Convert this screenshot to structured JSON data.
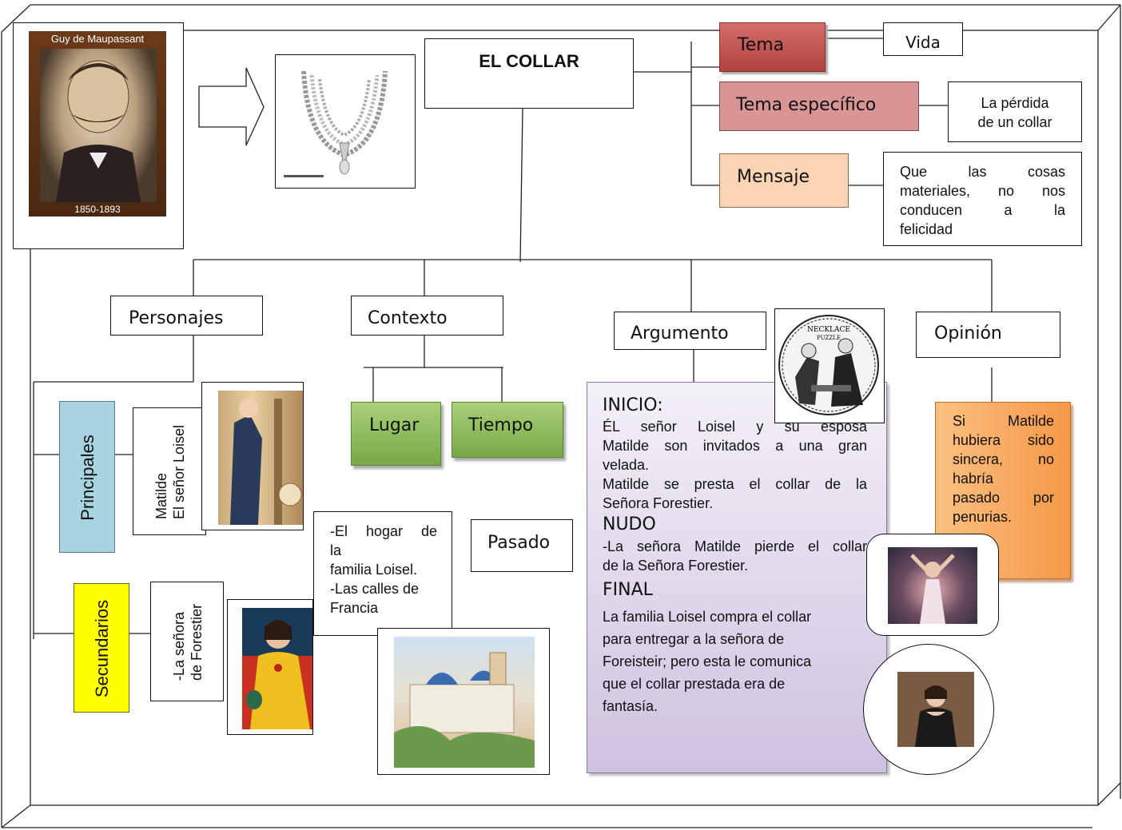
{
  "title": "EL COLLAR",
  "author_card": {
    "name": "Guy de Maupassant",
    "years": "1850-1893"
  },
  "branches": {
    "tema": {
      "label": "Tema",
      "value": "Vida"
    },
    "tema_especifico": {
      "label": "Tema específico",
      "value_line1": "La pérdida",
      "value_line2": "de un collar"
    },
    "mensaje": {
      "label": "Mensaje",
      "value_l1": "Que las cosas",
      "value_l2": "materiales, no nos",
      "value_l3": "conducen a la",
      "value_l4": "felicidad"
    }
  },
  "personajes": {
    "label": "Personajes",
    "principales": {
      "label": "Principales",
      "names_l1": "Matilde",
      "names_l2": "El señor Loisel"
    },
    "secundarios": {
      "label": "Secundarios",
      "names_l1": "-La señora",
      "names_l2": "de Forestier"
    }
  },
  "contexto": {
    "label": "Contexto",
    "lugar": {
      "label": "Lugar",
      "l1": "-El hogar de",
      "l2": "la",
      "l3": "familia Loisel.",
      "l4": "-Las calles de",
      "l5": "Francia"
    },
    "tiempo": {
      "label": "Tiempo",
      "value": "Pasado"
    }
  },
  "argumento": {
    "label": "Argumento",
    "inicio_head": "INICIO:",
    "inicio_l1": "ÉL señor Loisel y su esposa",
    "inicio_l2": "Matilde son invitados a una gran",
    "inicio_l3": "velada.",
    "inicio_l4": "Matilde se presta el collar de la",
    "inicio_l5": "Señora Forestier.",
    "nudo_head": "NUDO",
    "nudo_l1": "-La señora Matilde pierde el collar",
    "nudo_l2": "de la Señora Forestier.",
    "final_head": "FINAL",
    "final_l1": "La familia Loisel compra el collar",
    "final_l2": "para entregar a la señora de",
    "final_l3": "Foreisteir; pero esta le comunica",
    "final_l4": "que el collar prestada era de",
    "final_l5": "fantasía.",
    "image_caption_l1": "NECKLACE",
    "image_caption_l2": "PUZZLE"
  },
  "opinion": {
    "label": "Opinión",
    "l1": "Si Matilde",
    "l2": "hubiera sido",
    "l3": "sincera, no",
    "l4": "habría",
    "l5": "pasado por",
    "l6": "penurias."
  },
  "colors": {
    "tema": "#c0504d",
    "tema_especifico": "#d99594",
    "mensaje": "#fbd4b4",
    "green": "#8fbf5a",
    "principales": "#a8d4e0",
    "secundarios": "#ffff00",
    "argumento_bg": "#d9cfe6",
    "opinion": "#f4a460"
  }
}
